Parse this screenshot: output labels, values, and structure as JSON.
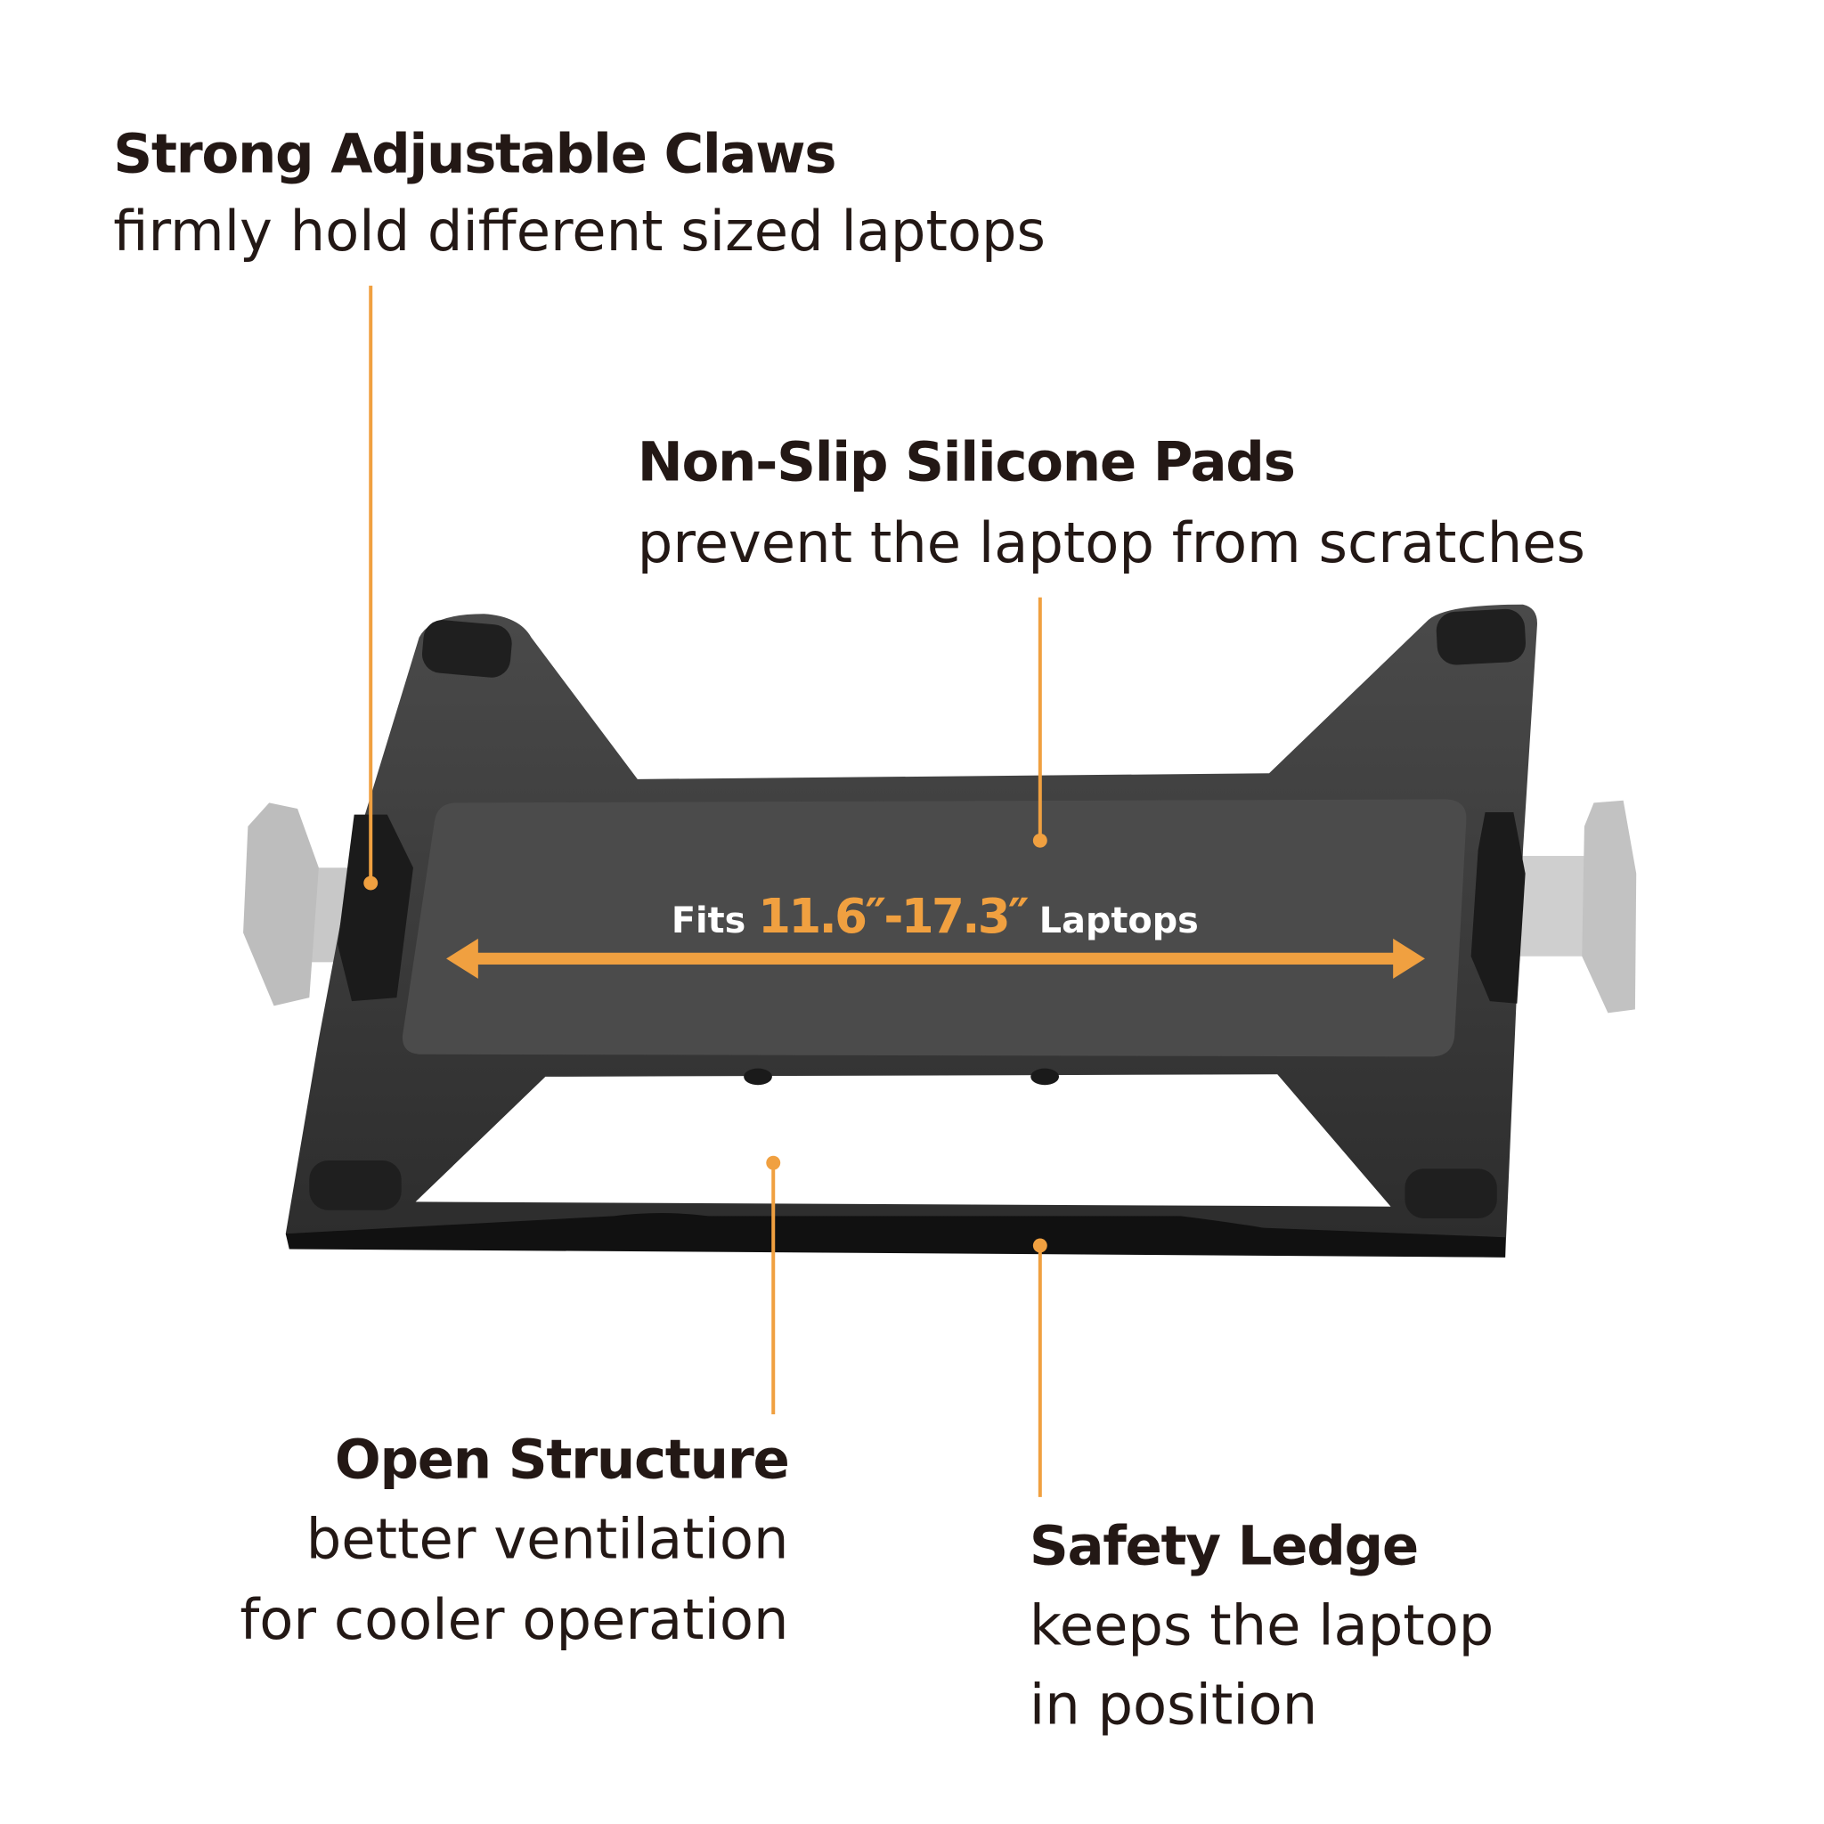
{
  "features": [
    {
      "title": "Strong Adjustable Claws",
      "lines": [
        "firmly hold different sized laptops"
      ]
    },
    {
      "title": "Non-Slip Silicone Pads",
      "lines": [
        "prevent the laptop from scratches"
      ]
    },
    {
      "title": "Open Structure",
      "lines": [
        "better ventilation",
        "for cooler operation"
      ]
    },
    {
      "title": "Safety Ledge",
      "lines": [
        "keeps the laptop",
        "in position"
      ]
    }
  ],
  "size_label": {
    "prefix": "Fits",
    "range": "11.6″-17.3″",
    "suffix": "Laptops"
  },
  "colors": {
    "accent": "#f0a040",
    "text": "#231815",
    "stand": "#3a3a3a",
    "plate": "#4a4a4a"
  }
}
